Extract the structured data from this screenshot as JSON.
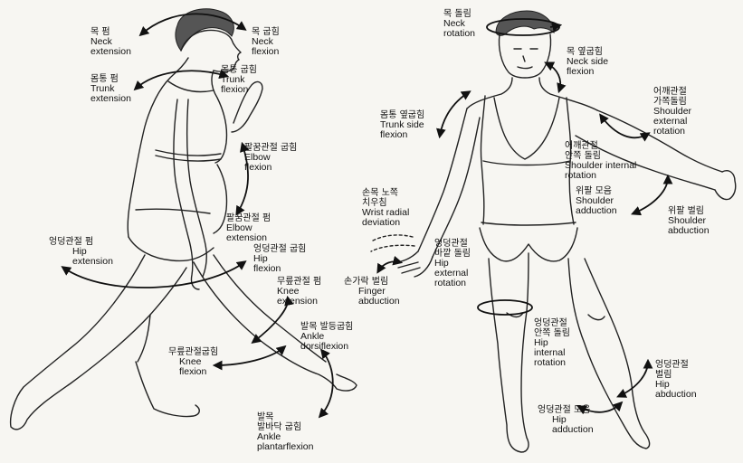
{
  "labels": {
    "neck_extension": {
      "ko": "목 펌",
      "en": [
        "Neck",
        "extension"
      ]
    },
    "neck_flexion": {
      "ko": "목 굽힘",
      "en": [
        "Neck",
        "flexion"
      ]
    },
    "trunk_extension": {
      "ko": "몸통 펌",
      "en": [
        "Trunk",
        "extension"
      ]
    },
    "trunk_flexion": {
      "ko": "몸통 굽힘",
      "en": [
        "Trunk",
        "flexion"
      ]
    },
    "elbow_flexion": {
      "ko": "팔꿈관절 굽힘",
      "en": [
        "Elbow",
        "flexion"
      ]
    },
    "elbow_extension": {
      "ko": "팔꿈관절 펌",
      "en": [
        "Elbow",
        "extension"
      ]
    },
    "hip_extension": {
      "ko": "엉덩관절 펌",
      "en": [
        "Hip",
        "extension"
      ]
    },
    "hip_flexion": {
      "ko": "엉덩관절 굽힘",
      "en": [
        "Hip",
        "flexion"
      ]
    },
    "knee_extension": {
      "ko": "무릎관절 펌",
      "en": [
        "Knee",
        "extension"
      ]
    },
    "ankle_dorsiflexion": {
      "ko": "발목 발등굽힘",
      "en": [
        "Ankle",
        "dorsiflexion"
      ]
    },
    "knee_flexion": {
      "ko": "무릎관절굽힘",
      "en": [
        "Knee",
        "flexion"
      ]
    },
    "ankle_plantarflexion": {
      "ko": "발목\n발바닥 굽힘",
      "en": [
        "Ankle",
        "plantarflexion"
      ]
    },
    "neck_rotation": {
      "ko": "목 돌림",
      "en": [
        "Neck",
        "rotation"
      ]
    },
    "neck_side_flexion": {
      "ko": "목 옆굽힘",
      "en": [
        "Neck side",
        "flexion"
      ]
    },
    "trunk_side_flexion": {
      "ko": "몸통 옆굽힘",
      "en": [
        "Trunk side",
        "flexion"
      ]
    },
    "shoulder_external_rotation": {
      "ko": "어깨관절\n가쪽돌림",
      "en": [
        "Shoulder",
        "external",
        "rotation"
      ]
    },
    "shoulder_internal_rotation": {
      "ko": "어깨관절\n안쪽 돌림",
      "en": [
        "Shoulder internal",
        "rotation"
      ]
    },
    "shoulder_adduction": {
      "ko": "위팔 모음",
      "en": [
        "Shoulder",
        "adduction"
      ]
    },
    "shoulder_abduction": {
      "ko": "위팔 벌림",
      "en": [
        "Shoulder",
        "abduction"
      ]
    },
    "wrist_radial_deviation": {
      "ko": "손목 노쪽\n치우침",
      "en": [
        "Wrist radial",
        "deviation"
      ]
    },
    "hip_external_rotation": {
      "ko": "엉덩관절\n바깥 돌림",
      "en": [
        "Hip",
        "external",
        "rotation"
      ]
    },
    "finger_abduction": {
      "ko": "손가락 벌림",
      "en": [
        "Finger",
        "abduction"
      ]
    },
    "hip_internal_rotation": {
      "ko": "엉덩관절\n안쪽 돌림",
      "en": [
        "Hip",
        "internal",
        "rotation"
      ]
    },
    "hip_abduction": {
      "ko": "엉덩관절\n벌림",
      "en": [
        "Hip",
        "abduction"
      ]
    },
    "hip_adduction": {
      "ko": "엉덩관절 모음",
      "en": [
        "Hip",
        "adduction"
      ]
    }
  }
}
